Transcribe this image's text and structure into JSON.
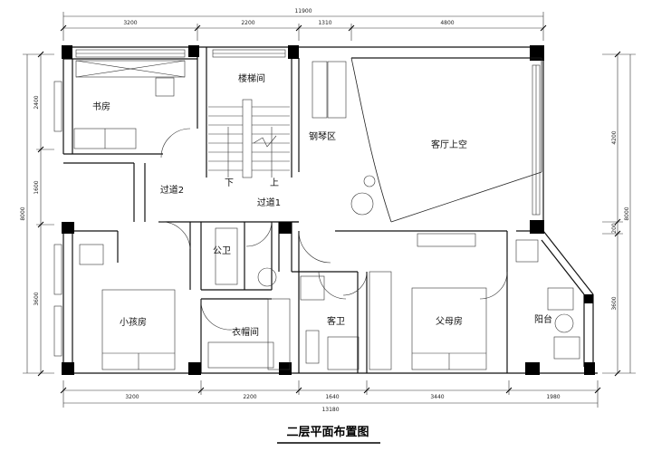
{
  "title": "二层平面布置图",
  "dimensions": {
    "top_total": "11900",
    "top_segments": [
      "3200",
      "2200",
      "1310",
      "4800"
    ],
    "bottom_segments": [
      "3200",
      "2200",
      "1640",
      "3440",
      "1980"
    ],
    "bottom_total": "13180",
    "left_segments": [
      "2400",
      "1600",
      "3600"
    ],
    "left_total": "8000",
    "right_segments": [
      "4200",
      "200",
      "3600"
    ],
    "right_total": "8000"
  },
  "rooms": {
    "study": "书房",
    "stairwell": "楼梯间",
    "piano_area": "钢琴区",
    "living_void": "客厅上空",
    "corridor_2": "过道2",
    "down": "下",
    "up": "上",
    "corridor_1": "过道1",
    "public_bath": "公卫",
    "kids_room": "小孩房",
    "cloakroom": "衣帽间",
    "guest_bath": "客卫",
    "master_room": "父母房",
    "balcony": "阳台"
  }
}
